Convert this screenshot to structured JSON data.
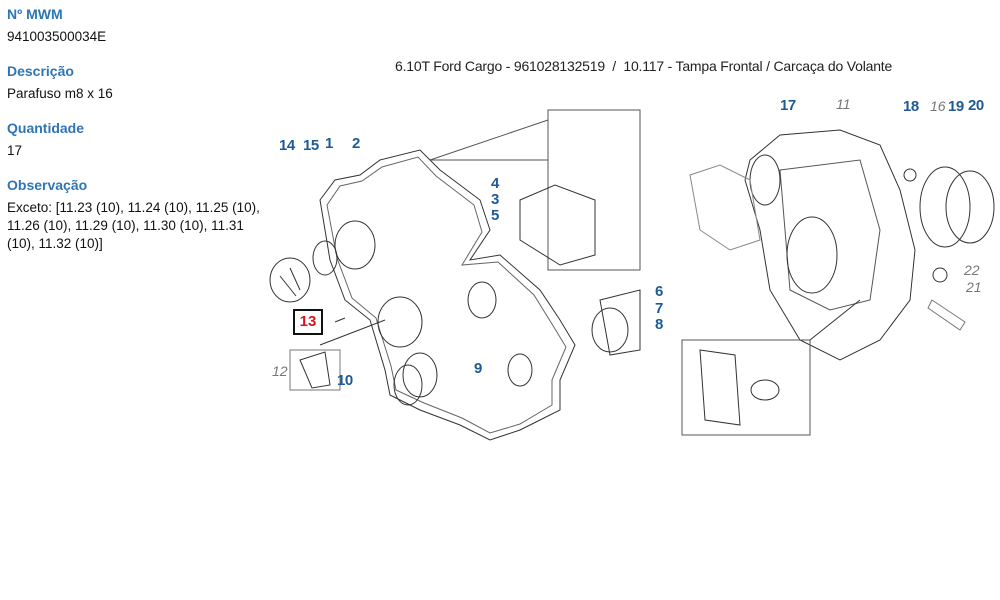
{
  "part": {
    "mwm_label": "Nº MWM",
    "mwm_value": "941003500034E",
    "desc_label": "Descrição",
    "desc_value": "Parafuso m8 x 16",
    "qty_label": "Quantidade",
    "qty_value": "17",
    "obs_label": "Observação",
    "obs_value": "Exceto: [11.23 (10), 11.24 (10), 11.25 (10), 11.26 (10), 11.29 (10), 11.30 (10), 11.31 (10), 11.32 (10)]"
  },
  "diagram": {
    "title": "6.10T Ford Cargo - 961028132519  /  10.117 - Tampa Frontal / Carcaça do Volante",
    "selected": "13",
    "callouts": [
      "1",
      "2",
      "3",
      "4",
      "5",
      "6",
      "7",
      "8",
      "9",
      "10",
      "14",
      "15",
      "17",
      "18",
      "19",
      "20"
    ],
    "secondary": [
      "11",
      "12",
      "16",
      "21",
      "22"
    ]
  }
}
